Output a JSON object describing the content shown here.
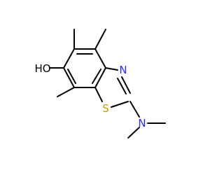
{
  "molecule": {
    "colors": {
      "bond": "#000000",
      "carbon": "#000000",
      "oxygen": "#000000",
      "nitrogen": "#2a28ff",
      "sulfur": "#c4a000"
    },
    "atoms": {
      "hydroxyl": {
        "label": "HO"
      },
      "thiazole_nitrogen": {
        "label": "N"
      },
      "thiazole_sulfur": {
        "label": "S"
      },
      "dimethylamino_nitrogen": {
        "label": "N"
      }
    }
  }
}
